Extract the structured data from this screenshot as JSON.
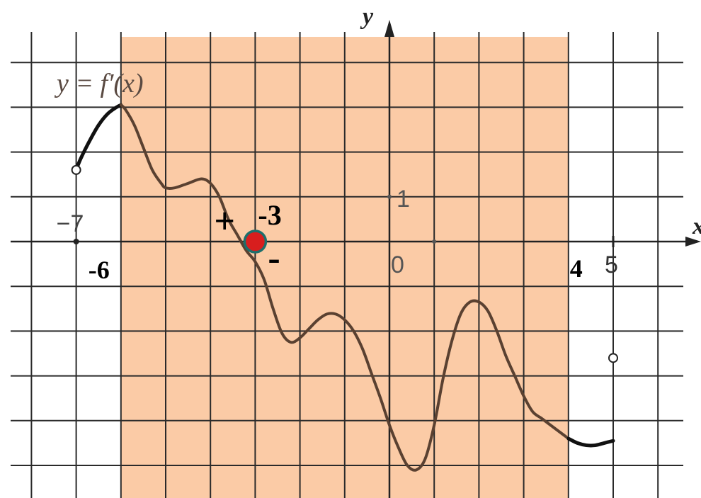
{
  "chart_data": {
    "type": "line",
    "function_label": "y = f′(x)",
    "axis_y_label": "y",
    "axis_x_label": "x",
    "xlim": [
      -8,
      7
    ],
    "ylim": [
      -5,
      5
    ],
    "grid": true,
    "printed_ticks": {
      "x": [
        "−7",
        "0",
        "5"
      ],
      "y": [
        "1"
      ]
    },
    "series": [
      {
        "x": [
          -7,
          -6.9,
          -6.7,
          -6.5,
          -6.3,
          -6.1,
          -6.0,
          -5.9,
          -5.7,
          -5.5,
          -5.3,
          -5.1,
          -5.0,
          -4.8,
          -4.5,
          -4.2,
          -4.0,
          -3.8,
          -3.6,
          -3.4,
          -3.2,
          -3.0,
          -2.8,
          -2.6,
          -2.4,
          -2.2,
          -2.0,
          -1.8,
          -1.6,
          -1.4,
          -1.2,
          -1.0,
          -0.8,
          -0.6,
          -0.4,
          -0.2,
          0.0,
          0.2,
          0.4,
          0.6,
          0.8,
          1.0,
          1.2,
          1.4,
          1.6,
          1.8,
          2.0,
          2.2,
          2.4,
          2.6,
          2.8,
          3.0,
          3.2,
          3.4,
          3.6,
          3.8,
          4.0,
          4.2,
          4.4,
          4.6,
          4.8,
          5.0
        ],
        "y": [
          1.6,
          1.85,
          2.25,
          2.6,
          2.85,
          3.0,
          3.05,
          2.95,
          2.6,
          2.1,
          1.6,
          1.3,
          1.2,
          1.2,
          1.3,
          1.4,
          1.3,
          1.0,
          0.5,
          0.15,
          -0.2,
          -0.45,
          -0.85,
          -1.5,
          -2.05,
          -2.25,
          -2.15,
          -1.95,
          -1.75,
          -1.62,
          -1.62,
          -1.75,
          -2.0,
          -2.4,
          -2.95,
          -3.5,
          -4.1,
          -4.6,
          -5.0,
          -5.1,
          -4.85,
          -4.1,
          -3.05,
          -2.2,
          -1.6,
          -1.35,
          -1.35,
          -1.55,
          -2.0,
          -2.55,
          -3.0,
          -3.45,
          -3.8,
          -3.95,
          -4.1,
          -4.25,
          -4.4,
          -4.5,
          -4.55,
          -4.55,
          -4.5,
          -4.45
        ]
      }
    ],
    "open_endpoints": [
      {
        "x": -7,
        "y": 1.6
      },
      {
        "x": 5,
        "y": -2.6
      }
    ],
    "shaded_interval": [
      -6,
      4
    ],
    "marked_point": {
      "x": -3,
      "y": 0
    },
    "annotations": {
      "point_label": "-3",
      "sign_left": "+",
      "sign_right": "-",
      "interval_left": "-6",
      "interval_right": "4"
    },
    "colors": {
      "shade": "#fbcba6",
      "curve": "#5a4131",
      "grid": "#2a2a2a",
      "point_fill": "#d81e1e",
      "point_stroke": "#1d6f6c"
    }
  }
}
